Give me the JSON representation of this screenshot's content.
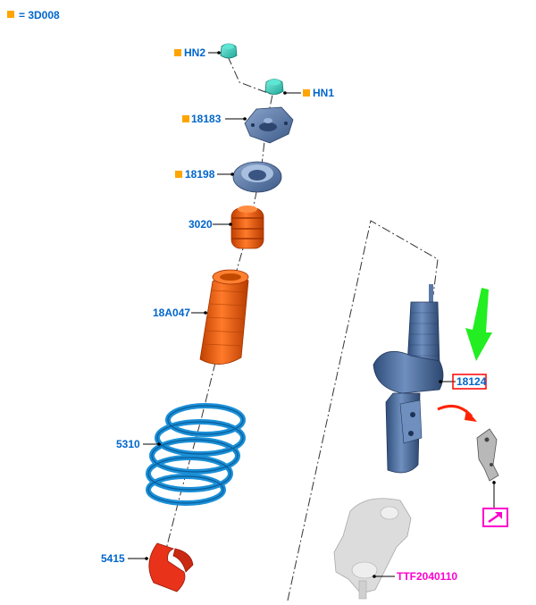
{
  "legend": {
    "text": "= 3D008",
    "marker_color": "#ffa500"
  },
  "callouts": {
    "hn2": "HN2",
    "hn1": "HN1",
    "p18183": "18183",
    "p18198": "18198",
    "p3020": "3020",
    "p18a047": "18A047",
    "p5310": "5310",
    "p5415": "5415",
    "p18124": "18124",
    "ttf": "TTF2040110"
  },
  "colors": {
    "label_blue": "#0066cc",
    "label_magenta": "#ff00cc",
    "marker_orange": "#ffa500",
    "highlight_red": "#ff0000",
    "arrow_green": "#22ee22",
    "arrow_red": "#ff2200",
    "strut_blue": "#4f6c99",
    "spring_blue": "#1a8fd6",
    "boot_orange": "#f06010",
    "bumper_orange": "#e85a12",
    "isolator_red": "#e8321a",
    "nut_teal": "#33ccbb",
    "knuckle_grey": "#d0d0d0"
  },
  "icons": {
    "ref_link": "external-link-icon"
  }
}
